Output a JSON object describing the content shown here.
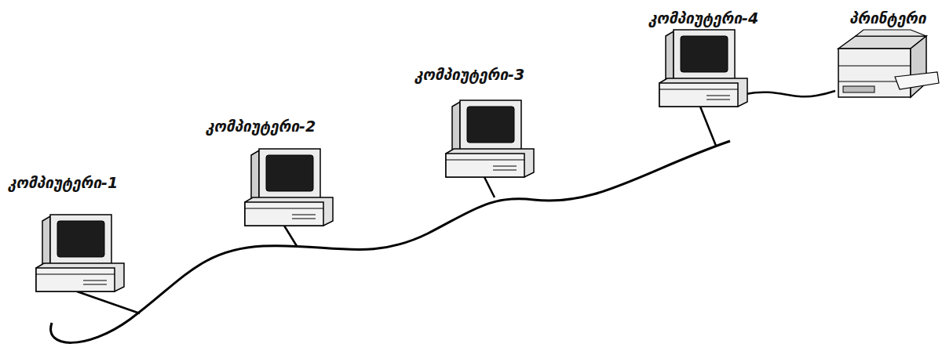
{
  "diagram": {
    "labels": [
      "კომპიუტერი-1",
      "კომპიუტერი-2",
      "კომპიუტერი-3",
      "კომპიუტერი-4",
      "პრინტერი"
    ]
  }
}
